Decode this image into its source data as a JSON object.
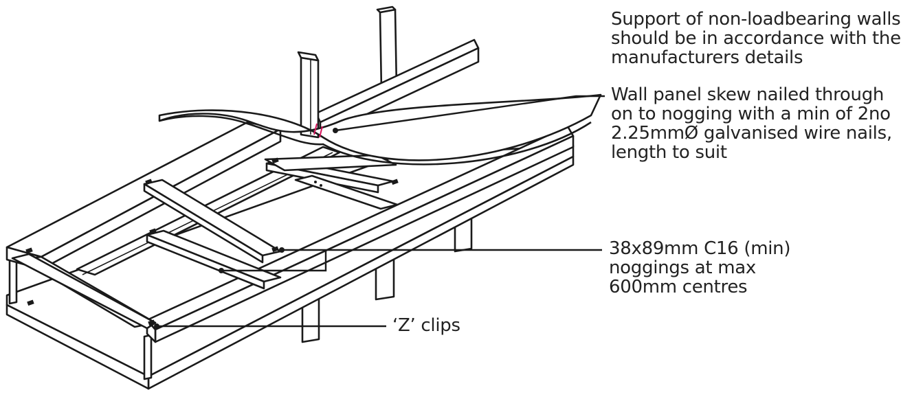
{
  "annotations": {
    "support_note": [
      "Support of non-loadbearing walls",
      "should be in accordance with the",
      "manufacturers details"
    ],
    "wall_panel_note": [
      "Wall panel skew nailed through",
      "on to nogging with a min of 2no",
      "2.25mmØ galvanised wire nails,",
      "length to suit"
    ],
    "nogging_note": [
      "38x89mm C16 (min)",
      "noggings at max",
      "600mm centres"
    ],
    "z_clips_note": "‘Z’ clips"
  },
  "colors": {
    "linework": "#1a1a1a",
    "nail_marks": "#d4145a",
    "background": "#ffffff"
  }
}
